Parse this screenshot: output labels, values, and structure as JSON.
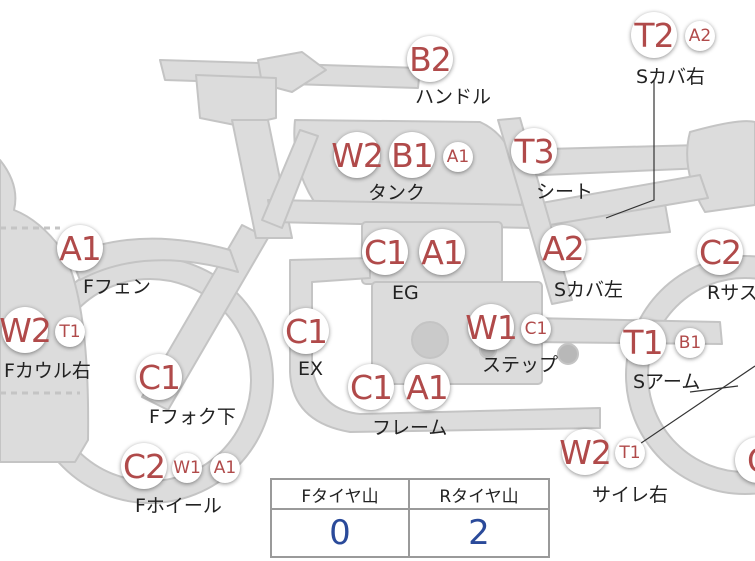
{
  "colors": {
    "badge_text": "#b04a4a",
    "bike_fill": "#dcdcdc",
    "bike_stroke": "#c4c4c4",
    "value_text": "#2a4a9a"
  },
  "parts": [
    {
      "name": "handle",
      "label": "ハンドル",
      "codes": [
        "B2"
      ]
    },
    {
      "name": "s-cover-right",
      "label": "Sカバ右",
      "codes": [
        "T2",
        "A2"
      ]
    },
    {
      "name": "tank",
      "label": "タンク",
      "codes": [
        "W2",
        "B1",
        "A1"
      ]
    },
    {
      "name": "seat",
      "label": "シート",
      "codes": [
        "T3"
      ]
    },
    {
      "name": "f-fender",
      "label": "Fフェン",
      "codes": [
        "A1"
      ]
    },
    {
      "name": "eg",
      "label": "EG",
      "codes": [
        "C1",
        "A1"
      ]
    },
    {
      "name": "s-cover-left",
      "label": "Sカバ左",
      "codes": [
        "A2"
      ]
    },
    {
      "name": "r-suspension",
      "label": "Rサス",
      "codes": [
        "C2"
      ]
    },
    {
      "name": "f-cowl-right",
      "label": "Fカウル右",
      "codes": [
        "W2",
        "T1"
      ]
    },
    {
      "name": "ex",
      "label": "EX",
      "codes": [
        "C1"
      ]
    },
    {
      "name": "step",
      "label": "ステップ",
      "codes": [
        "W1",
        "C1"
      ]
    },
    {
      "name": "f-fork-lower",
      "label": "Fフォク下",
      "codes": [
        "C1"
      ]
    },
    {
      "name": "frame",
      "label": "フレーム",
      "codes": [
        "C1",
        "A1"
      ]
    },
    {
      "name": "s-arm",
      "label": "Sアーム",
      "codes": [
        "T1",
        "B1"
      ]
    },
    {
      "name": "f-wheel",
      "label": "Fホイール",
      "codes": [
        "C2",
        "W1",
        "A1"
      ]
    },
    {
      "name": "silencer-right",
      "label": "サイレ右",
      "codes": [
        "W2",
        "T1"
      ]
    },
    {
      "name": "r-wheel",
      "label": "",
      "codes": [
        "C"
      ]
    }
  ],
  "tire_table": {
    "headers": [
      "Fタイヤ山",
      "Rタイヤ山"
    ],
    "values": [
      "0",
      "2"
    ]
  }
}
